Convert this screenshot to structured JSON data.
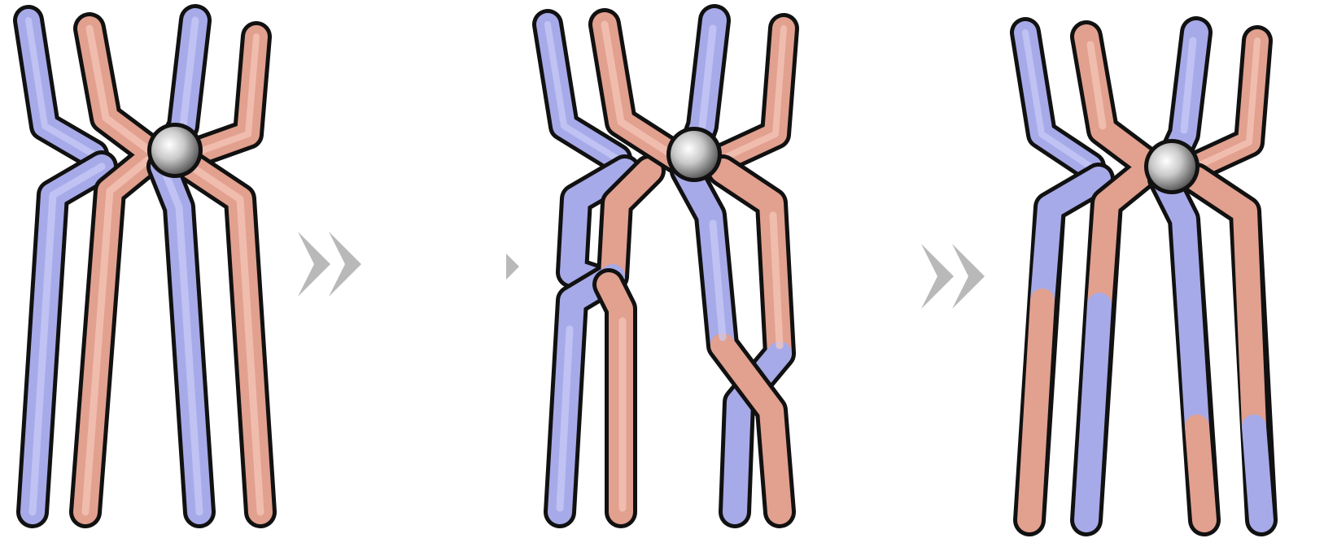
{
  "diagram": {
    "colors": {
      "strand_blue": "#a7aae8",
      "strand_blue_dark": "#6f73c6",
      "strand_red": "#e2a08f",
      "strand_red_dark": "#b66e5e",
      "outline": "#111111",
      "centromere": "#c9c9c9",
      "arrow": "#b9b9b9",
      "background": "#ffffff"
    },
    "panels": [
      {
        "name": "before-crossing-over",
        "description_text": ""
      },
      {
        "name": "during-crossing-over",
        "description_text": ""
      },
      {
        "name": "after-crossing-over",
        "description_text": ""
      }
    ],
    "arrows": [
      {
        "name": "step-arrow-1",
        "icon": "double-chevron-right-icon"
      },
      {
        "name": "step-arrow-2",
        "icon": "double-chevron-right-icon"
      }
    ]
  }
}
